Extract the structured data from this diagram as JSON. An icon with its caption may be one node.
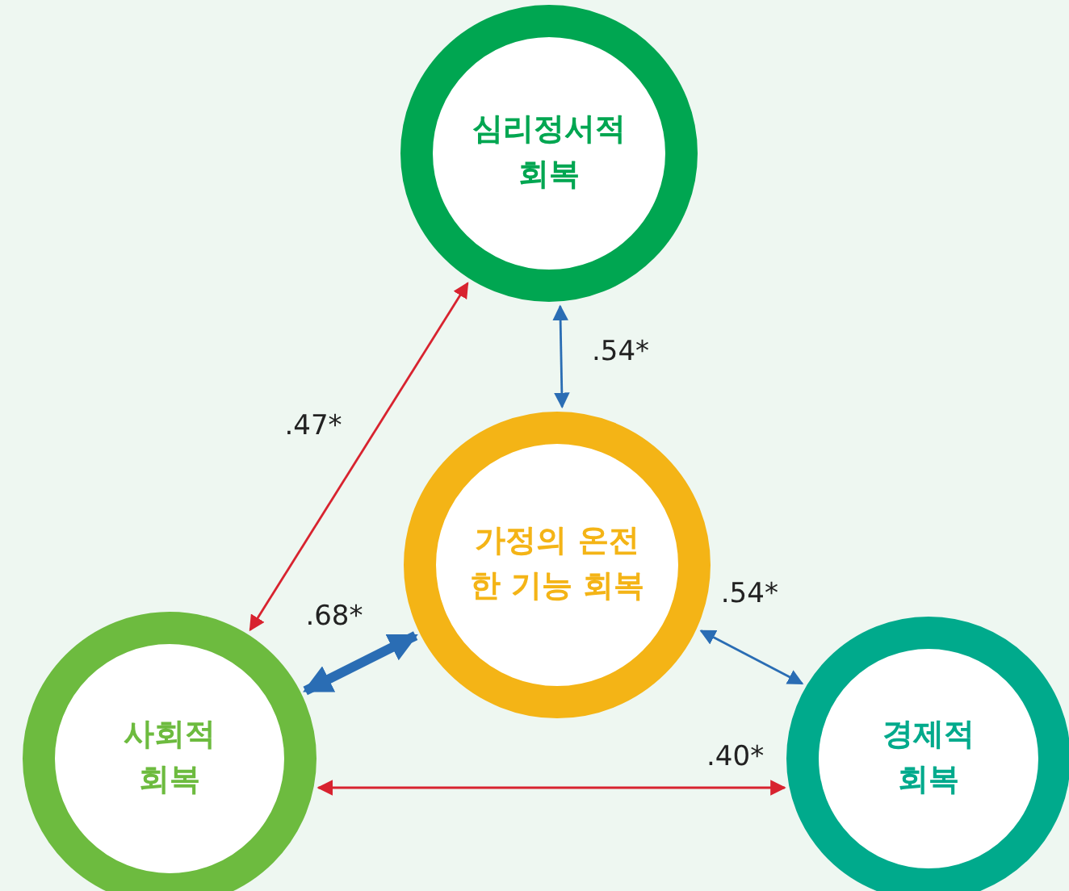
{
  "diagram": {
    "nodes": [
      {
        "text": [
          "심리정서적 회복"
        ]
      },
      {
        "text": [
          "가정의 온전한 기능 회복"
        ]
      },
      {
        "text": [
          "사회적 회복"
        ]
      },
      {
        "text": [
          "경제적 회복"
        ]
      }
    ],
    "edges": [
      {
        "from": 0,
        "to": 2,
        "arrow": "both",
        "label": ".47*",
        "color": "#d8232f"
      },
      {
        "from": 0,
        "to": 1,
        "arrow": "both",
        "label": ".54*"
      },
      {
        "from": 1,
        "to": 2,
        "arrow": "both",
        "label": ".68*",
        "style": "thick"
      },
      {
        "from": 1,
        "to": 3,
        "arrow": "both",
        "label": ".54*"
      },
      {
        "from": 2,
        "to": 3,
        "arrow": "both",
        "label": ".40*",
        "color": "#d8232f"
      }
    ]
  }
}
